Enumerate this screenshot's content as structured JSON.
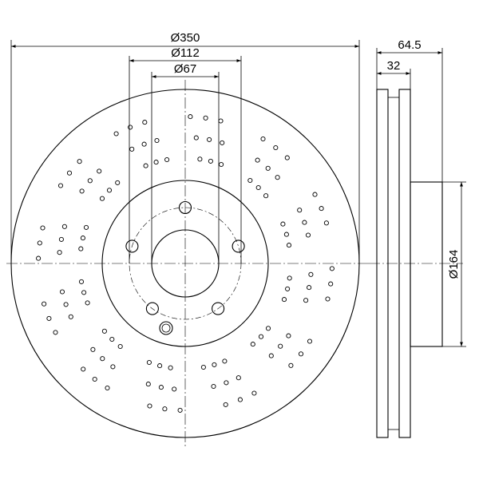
{
  "drawing": {
    "outer_diameter_label": "Ø350",
    "pcd_label": "Ø112",
    "center_bore_label": "Ø67",
    "overall_height_label": "64.5",
    "thickness_label": "32",
    "hat_diameter_label": "Ø164",
    "bolt_holes": 5
  }
}
